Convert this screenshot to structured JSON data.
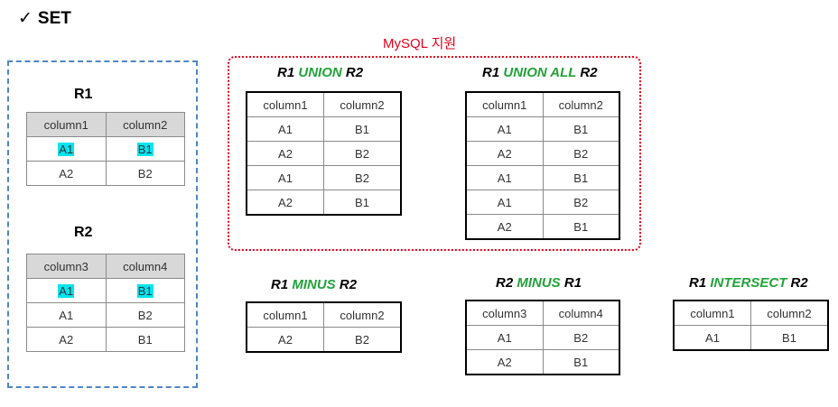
{
  "title": {
    "check": "✓",
    "text": "SET"
  },
  "mysql_support_label": "MySQL 지원",
  "r1": {
    "label": "R1",
    "headers": [
      "column1",
      "column2"
    ],
    "rows": [
      [
        "A1",
        "B1"
      ],
      [
        "A2",
        "B2"
      ]
    ],
    "highlighted_row": 0
  },
  "r2": {
    "label": "R2",
    "headers": [
      "column3",
      "column4"
    ],
    "rows": [
      [
        "A1",
        "B1"
      ],
      [
        "A1",
        "B2"
      ],
      [
        "A2",
        "B1"
      ]
    ],
    "highlighted_row": 0
  },
  "union": {
    "left": "R1",
    "op": "UNION",
    "right": "R2",
    "headers": [
      "column1",
      "column2"
    ],
    "rows": [
      [
        "A1",
        "B1"
      ],
      [
        "A2",
        "B2"
      ],
      [
        "A1",
        "B2"
      ],
      [
        "A2",
        "B1"
      ]
    ]
  },
  "union_all": {
    "left": "R1",
    "op": "UNION ALL",
    "right": "R2",
    "headers": [
      "column1",
      "column2"
    ],
    "rows": [
      [
        "A1",
        "B1"
      ],
      [
        "A2",
        "B2"
      ],
      [
        "A1",
        "B1"
      ],
      [
        "A1",
        "B2"
      ],
      [
        "A2",
        "B1"
      ]
    ]
  },
  "minus_r1_r2": {
    "left": "R1",
    "op": "MINUS",
    "right": "R2",
    "headers": [
      "column1",
      "column2"
    ],
    "rows": [
      [
        "A2",
        "B2"
      ]
    ]
  },
  "minus_r2_r1": {
    "left": "R2",
    "op": "MINUS",
    "right": "R1",
    "headers": [
      "column3",
      "column4"
    ],
    "rows": [
      [
        "A1",
        "B2"
      ],
      [
        "A2",
        "B1"
      ]
    ]
  },
  "intersect": {
    "left": "R1",
    "op": "INTERSECT",
    "right": "R2",
    "headers": [
      "column1",
      "column2"
    ],
    "rows": [
      [
        "A1",
        "B1"
      ]
    ]
  },
  "colors": {
    "operator_green": "#22a33a",
    "mysql_red": "#e3001b",
    "source_border_blue": "#4f86c6",
    "highlight_cyan": "#00e5f0",
    "header_gray": "#d8d8d8"
  }
}
